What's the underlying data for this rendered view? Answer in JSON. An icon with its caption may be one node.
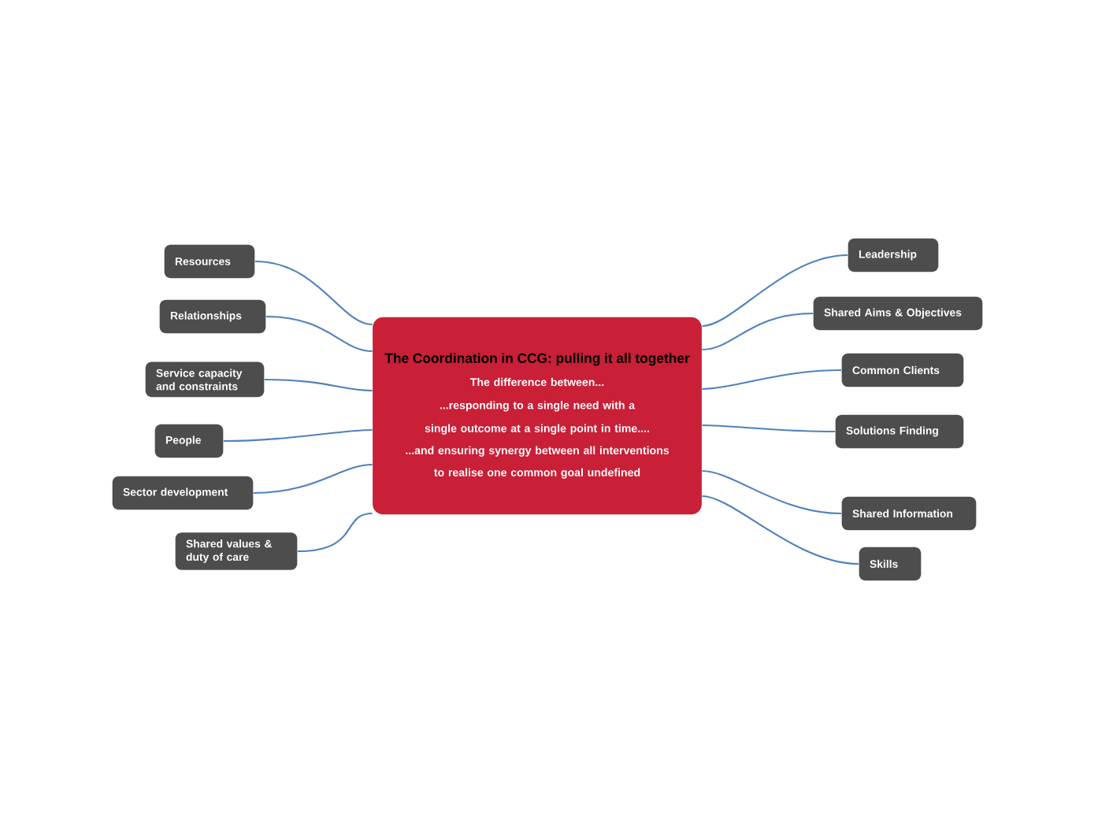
{
  "diagram": {
    "nodes": [
      {
        "text": [
          "The Coordination in CCG: pulling it all together",
          "The difference between...",
          "...responding to a single need with a single outcome at a single point in time....",
          "...and ensuring synergy between all interventions to realise one common goal undefined"
        ]
      },
      {
        "text": [
          "Resources"
        ]
      },
      {
        "text": [
          "Relationships"
        ]
      },
      {
        "text": [
          "Service capacity and constraints"
        ]
      },
      {
        "text": [
          "People"
        ]
      },
      {
        "text": [
          "Sector development"
        ]
      },
      {
        "text": [
          "Shared values & duty of care"
        ]
      },
      {
        "text": [
          "Leadership"
        ]
      },
      {
        "text": [
          "Shared Aims & Objectives"
        ]
      },
      {
        "text": [
          "Common Clients"
        ]
      },
      {
        "text": [
          "Solutions Finding"
        ]
      },
      {
        "text": [
          "Shared Information"
        ]
      },
      {
        "text": [
          "Skills"
        ]
      }
    ],
    "edges": [
      {
        "from": 0,
        "to": 1,
        "arrow": "none"
      },
      {
        "from": 0,
        "to": 2,
        "arrow": "none"
      },
      {
        "from": 0,
        "to": 3,
        "arrow": "none"
      },
      {
        "from": 0,
        "to": 4,
        "arrow": "none"
      },
      {
        "from": 0,
        "to": 5,
        "arrow": "none"
      },
      {
        "from": 0,
        "to": 6,
        "arrow": "none"
      },
      {
        "from": 0,
        "to": 7,
        "arrow": "none"
      },
      {
        "from": 0,
        "to": 8,
        "arrow": "none"
      },
      {
        "from": 0,
        "to": 9,
        "arrow": "none"
      },
      {
        "from": 0,
        "to": 10,
        "arrow": "none"
      },
      {
        "from": 0,
        "to": 11,
        "arrow": "none"
      },
      {
        "from": 0,
        "to": 12,
        "arrow": "none"
      }
    ]
  }
}
